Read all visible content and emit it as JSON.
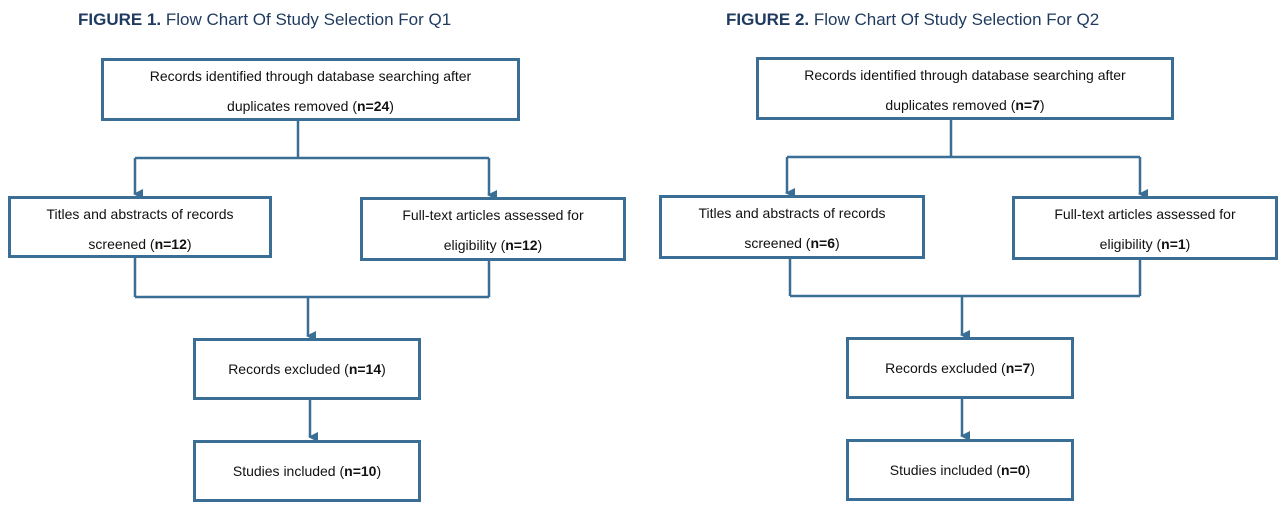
{
  "figures": [
    {
      "caption": {
        "number": "FIGURE 1.",
        "title": "Flow Chart Of Study Selection For Q1"
      },
      "boxes": {
        "identified": {
          "line1": "Records identified through database searching after",
          "line2_prefix": "duplicates removed (",
          "count": "n=24",
          "suffix": ")"
        },
        "screened": {
          "line1": "Titles and abstracts of records",
          "line2_prefix": "screened (",
          "count": "n=12",
          "suffix": ")"
        },
        "fulltext": {
          "line1": "Full-text articles assessed for",
          "line2_prefix": "eligibility (",
          "count": "n=12",
          "suffix": ")"
        },
        "excluded": {
          "prefix": "Records excluded (",
          "count": "n=14",
          "suffix": ")"
        },
        "included": {
          "prefix": "Studies included (",
          "count": "n=10",
          "suffix": ")"
        }
      }
    },
    {
      "caption": {
        "number": "FIGURE 2.",
        "title": "Flow Chart Of Study Selection For Q2"
      },
      "boxes": {
        "identified": {
          "line1": "Records identified through database searching after",
          "line2_prefix": "duplicates removed (",
          "count": "n=7",
          "suffix": ")"
        },
        "screened": {
          "line1": "Titles and abstracts of records",
          "line2_prefix": "screened (",
          "count": "n=6",
          "suffix": ")"
        },
        "fulltext": {
          "line1": "Full-text articles assessed for",
          "line2_prefix": "eligibility (",
          "count": "n=1",
          "suffix": ")"
        },
        "excluded": {
          "prefix": "Records excluded (",
          "count": "n=7",
          "suffix": ")"
        },
        "included": {
          "prefix": "Studies included (",
          "count": "n=0",
          "suffix": ")"
        }
      }
    }
  ],
  "colors": {
    "box_border": "#3b6e94",
    "connector": "#3b6e94",
    "caption": "#1f3a5f"
  }
}
